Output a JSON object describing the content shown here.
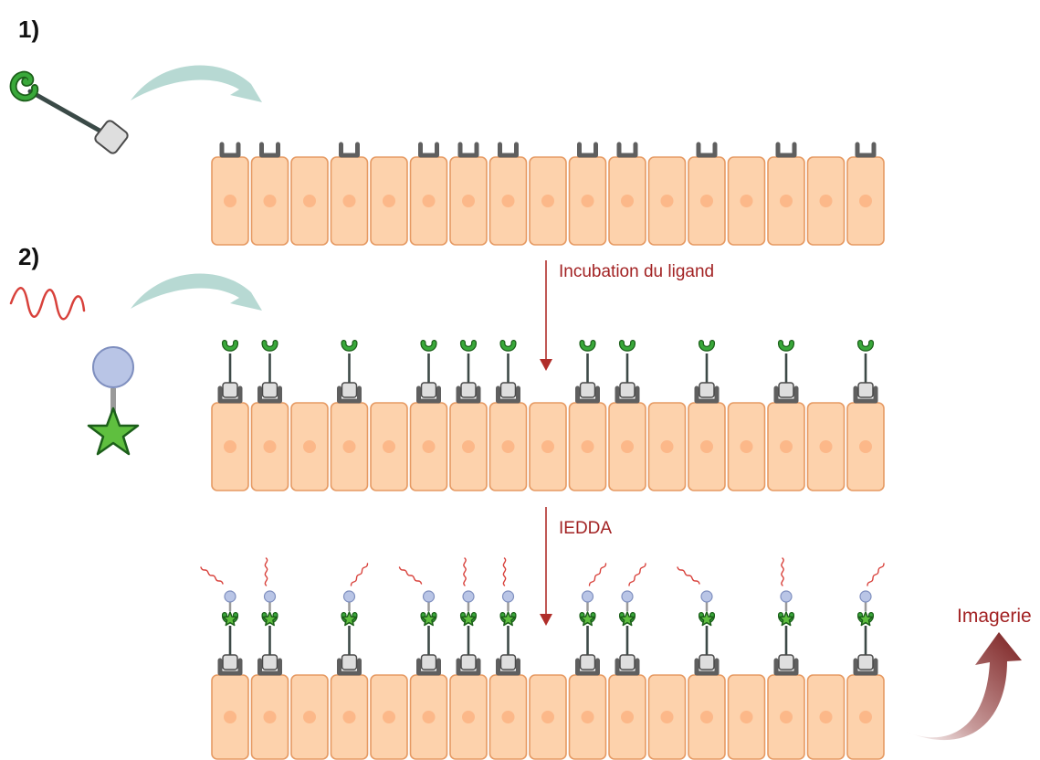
{
  "steps": [
    {
      "id": "step1",
      "label": "1)"
    },
    {
      "id": "step2",
      "label": "2)"
    }
  ],
  "arrows": {
    "incubation_label": "Incubation du ligand",
    "iedda_label": "IEDDA",
    "imaging_label": "Imagerie"
  },
  "cells": {
    "count": 17,
    "receptor_positions": [
      0,
      1,
      3,
      5,
      6,
      7,
      9,
      10,
      12,
      14,
      16
    ]
  },
  "colors": {
    "cell_fill": "#fdd2ac",
    "cell_stroke": "#e69a63",
    "nucleus": "#fcb889",
    "receptor": "#5f5f5f",
    "square": "#dedede",
    "green": "#39a83a",
    "green_dark": "#1c5f1a",
    "star": "#5fbf3f",
    "probe_ball": "#b9c5e6",
    "probe_ball_stroke": "#7f8fbf",
    "wave": "#d8413b",
    "curved_arrow": "#b7d9d3",
    "process_arrow": "#b02e2a",
    "label_red": "#a22223",
    "imaging_arrow": "#7a1f1f"
  },
  "icons": {
    "receptor": "tetrazine-receptor-icon",
    "ligand": "tco-ligand-icon",
    "probe": "radio-fluorescent-probe-icon",
    "wave": "radiation-wave-icon"
  }
}
